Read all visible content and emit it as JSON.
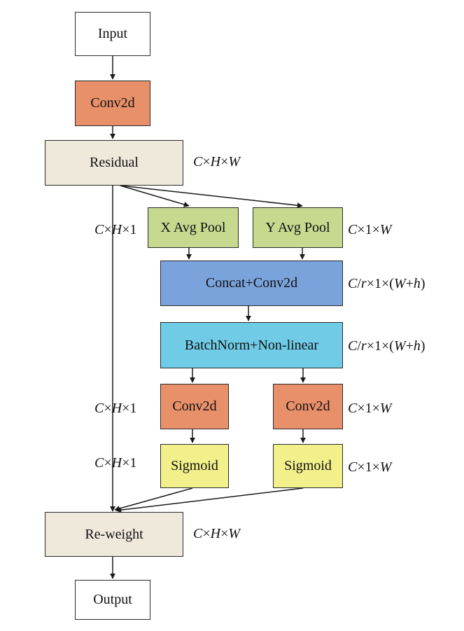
{
  "nodes": {
    "input": "Input",
    "conv2d_top": "Conv2d",
    "residual": "Residual",
    "x_avg_pool": "X Avg Pool",
    "y_avg_pool": "Y Avg Pool",
    "concat_conv2d": "Concat+Conv2d",
    "batchnorm": "BatchNorm+Non-linear",
    "conv2d_left": "Conv2d",
    "conv2d_right": "Conv2d",
    "sigmoid_left": "Sigmoid",
    "sigmoid_right": "Sigmoid",
    "reweight": "Re-weight",
    "output": "Output"
  },
  "colors": {
    "white": "#ffffff",
    "orange": "#e8906a",
    "beige": "#efe9dc",
    "green": "#c6d98f",
    "blue": "#7aa3db",
    "cyan": "#6fcbe6",
    "yellow": "#f2f08a",
    "stroke": "#2a2a2a"
  },
  "dimension_labels": {
    "residual": "C×H×W",
    "branch_x": "C×H×1",
    "branch_y": "C×1×W",
    "concat": "C/r×1×(W+h)",
    "batchnorm": "C/r×1×(W+h)",
    "conv_left": "C×H×1",
    "conv_right": "C×1×W",
    "sigmoid_left": "C×H×1",
    "sigmoid_right": "C×1×W",
    "reweight": "C×H×W"
  }
}
